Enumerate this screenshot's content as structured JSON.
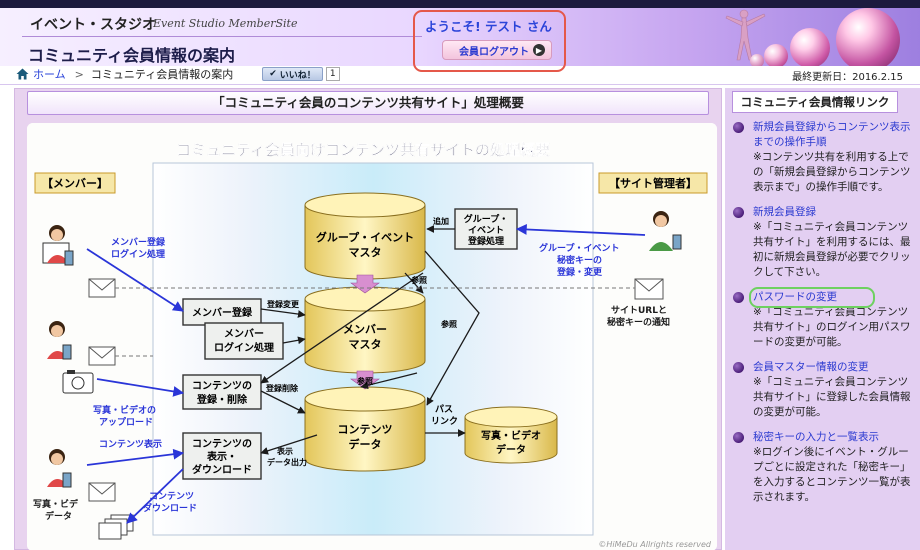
{
  "header": {
    "site_name": "イベント・スタジオ",
    "site_sub": "Event Studio MemberSite",
    "page_title": "コミュニティ会員情報の案内",
    "welcome": "ようこそ! テスト さん",
    "logout_label": "会員ログアウト"
  },
  "breadcrumb": {
    "home": "ホーム",
    "current": "コミュニティ会員情報の案内",
    "like_label": "いいね！",
    "like_count": "1",
    "updated": "最終更新日：2016.2.15"
  },
  "main": {
    "title": "「コミュニティ会員のコンテンツ共有サイト」処理概要",
    "diagram": {
      "title": "コミュニティ会員向けコンテンツ共有サイトの処理概要",
      "member_label": "【メンバー】",
      "admin_label": "【サイト管理者】",
      "group_master": [
        "グループ・イベント",
        "マスタ"
      ],
      "member_master": [
        "メンバー",
        "マスタ"
      ],
      "content_data": [
        "コンテンツ",
        "データ"
      ],
      "photo_data": [
        "写真・ビデオ",
        "データ"
      ],
      "group_proc": [
        "グループ・",
        "イベント",
        "登録処理"
      ],
      "member_reg": "メンバー登録",
      "member_login": [
        "メンバー",
        "ログイン処理"
      ],
      "content_reg": [
        "コンテンツの",
        "登録・削除"
      ],
      "content_disp": [
        "コンテンツの",
        "表示・",
        "ダウンロード"
      ],
      "lbl_member_login": [
        "メンバー登録",
        "ログイン処理"
      ],
      "lbl_photo_upload": [
        "写真・ビデオの",
        "アップロード"
      ],
      "lbl_content_disp": "コンテンツ表示",
      "lbl_content_dl": [
        "コンテンツ",
        "ダウンロード"
      ],
      "lbl_photo_video": [
        "写真・ビデ",
        "データ"
      ],
      "lbl_admin_reg": [
        "グループ・イベント",
        "秘密キーの",
        "登録・変更"
      ],
      "lbl_notify": [
        "サイトURLと",
        "秘密キーの通知"
      ],
      "lbl_add": "追加",
      "lbl_ref": "参照",
      "lbl_reg_change": "登録変更",
      "lbl_reg_delete": "登録削除",
      "lbl_disp_out": [
        "表示",
        "データ出力"
      ],
      "lbl_pass_link": [
        "パス",
        "リンク"
      ],
      "copyright": "©HiMeDu Allrights reserved"
    }
  },
  "sidebar": {
    "title": "コミュニティ会員情報リンク",
    "items": [
      {
        "link": "新規会員登録からコンテンツ表示までの操作手順",
        "desc": "※コンテンツ共有を利用する上での「新規会員登録からコンテンツ表示まで」の操作手順です。"
      },
      {
        "link": "新規会員登録",
        "desc": "※「コミュニティ会員コンテンツ共有サイト」を利用するには、最初に新規会員登録が必要でクリックして下さい。"
      },
      {
        "link": "パスワードの変更",
        "desc": "※「コミュニティ会員コンテンツ共有サイト」のログイン用パスワードの変更が可能。"
      },
      {
        "link": "会員マスター情報の変更",
        "desc": "※「コミュニティ会員コンテンツ共有サイト」に登録した会員情報の変更が可能。"
      },
      {
        "link": "秘密キーの入力と一覧表示",
        "desc": "※ログイン後にイベント・グループごとに設定された「秘密キー」を入力するとコンテンツ一覧が表示されます。"
      }
    ]
  },
  "colors": {
    "link_blue": "#2b3ad0",
    "highlight_red": "#e5584a",
    "highlight_green": "#6ed160",
    "diagram_blue": "#2a35d8"
  }
}
